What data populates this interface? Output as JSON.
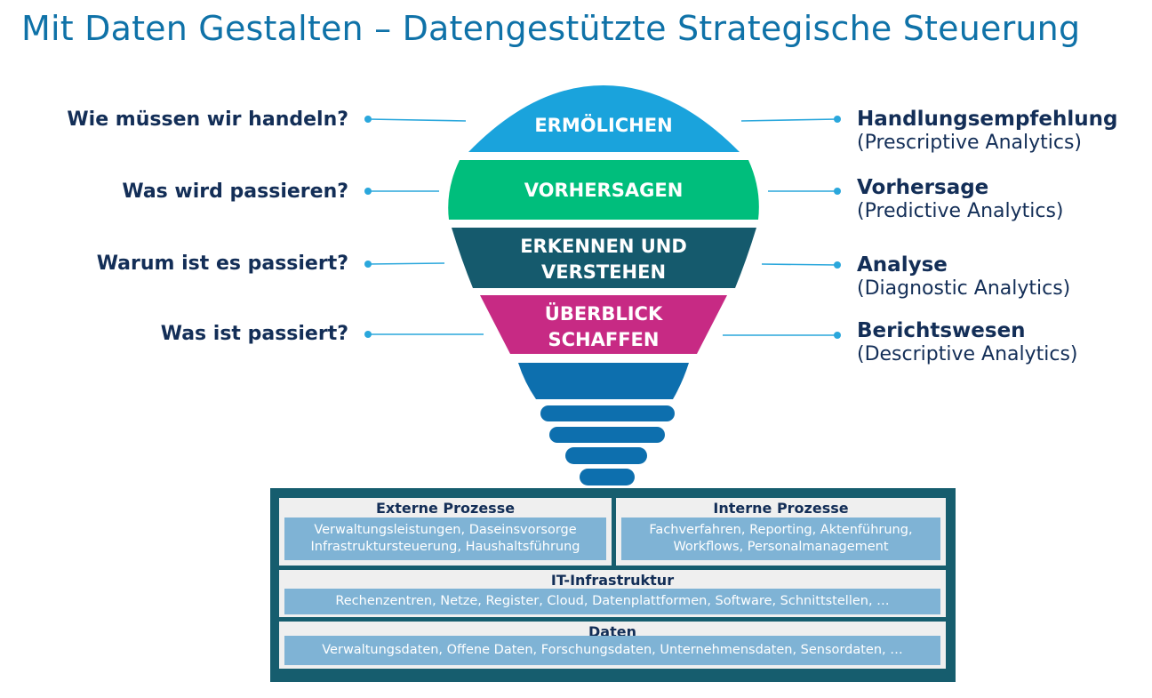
{
  "title": "Mit Daten Gestalten – Datengestützte Strategische Steuerung",
  "tiers": [
    {
      "line1": "ERMÖLICHEN",
      "line2": "",
      "color": "#1aa3dc"
    },
    {
      "line1": "VORHERSAGEN",
      "line2": "",
      "color": "#00be7c"
    },
    {
      "line1": "ERKENNEN UND",
      "line2": "VERSTEHEN",
      "color": "#155a6d"
    },
    {
      "line1": "ÜBERBLICK",
      "line2": "SCHAFFEN",
      "color": "#c72a84"
    }
  ],
  "base_color": "#0d6fae",
  "connector_color": "#2aa7dc",
  "questions": [
    "Wie müssen wir handeln?",
    "Was wird passieren?",
    "Warum ist es passiert?",
    "Was ist passiert?"
  ],
  "results": [
    {
      "heading": "Handlungsempfehlung",
      "sub": "(Prescriptive Analytics)"
    },
    {
      "heading": "Vorhersage",
      "sub": "(Predictive Analytics)"
    },
    {
      "heading": "Analyse",
      "sub": "(Diagnostic Analytics)"
    },
    {
      "heading": "Berichtswesen",
      "sub": "(Descriptive Analytics)"
    }
  ],
  "foundation": {
    "externe": {
      "heading": "Externe Prozesse",
      "line1": "Verwaltungsleistungen, Daseinsvorsorge",
      "line2": "Infrastruktursteuerung, Haushaltsführung"
    },
    "interne": {
      "heading": "Interne Prozesse",
      "line1": "Fachverfahren, Reporting, Aktenführung,",
      "line2": "Workflows, Personalmanagement"
    },
    "it": {
      "heading": "IT-Infrastruktur",
      "line1": "Rechenzentren, Netze, Register, Cloud, Datenplattformen, Software, Schnittstellen, …"
    },
    "daten": {
      "heading": "Daten",
      "line1": "Verwaltungsdaten, Offene Daten, Forschungsdaten, Unternehmensdaten, Sensordaten, …"
    }
  }
}
